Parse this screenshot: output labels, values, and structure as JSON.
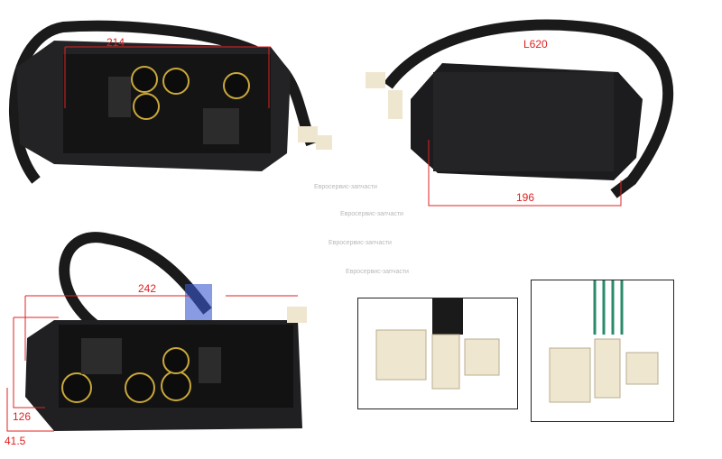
{
  "dimensions": {
    "width_top_left": "214",
    "cable_length": "L620",
    "width_top_right": "196",
    "length_bottom": "242",
    "height": "126",
    "depth": "41.5"
  },
  "watermarks": [
    "Евросервис-запчасти",
    "Евросервис-запчасти",
    "Евросервис-запчасти",
    "Евросервис-запчасти"
  ],
  "colors": {
    "dimension": "#e02020",
    "housing": "#1c1c1e",
    "connector": "#efe6cf"
  }
}
